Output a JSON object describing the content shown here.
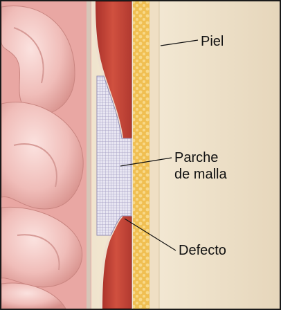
{
  "labels": {
    "skin": "Piel",
    "mesh_line1": "Parche",
    "mesh_line2": "de malla",
    "defect": "Defecto"
  },
  "colors": {
    "border": "#1a1a1a",
    "intestine": "#f2c3c0",
    "intestine_shadow": "#d98f8c",
    "muscle": "#c8423a",
    "muscle_dark": "#9c2a24",
    "fat": "#f3c45c",
    "skin": "#f1e6cf",
    "mesh": "#c9c6df",
    "leader_line": "#111111"
  }
}
